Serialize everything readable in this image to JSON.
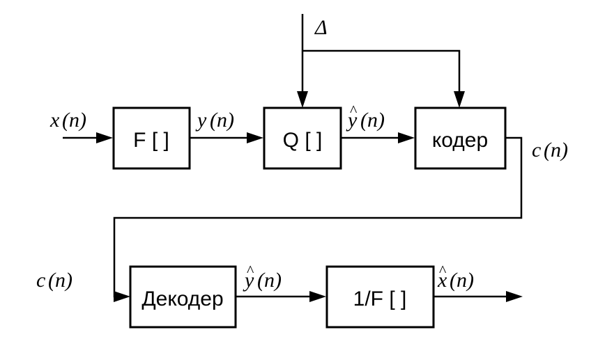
{
  "blocks": {
    "f": "F [  ]",
    "q": "Q [  ]",
    "coder": "кодер",
    "decoder": "Декодер",
    "inverse_f": "1/F  [  ]"
  },
  "signals": {
    "x_in_base": "x",
    "n_arg": "(n)",
    "y_base": "y",
    "yhat_base": "y",
    "c_base": "c",
    "xhat_base": "x",
    "hat": "^",
    "delta": "Δ"
  }
}
